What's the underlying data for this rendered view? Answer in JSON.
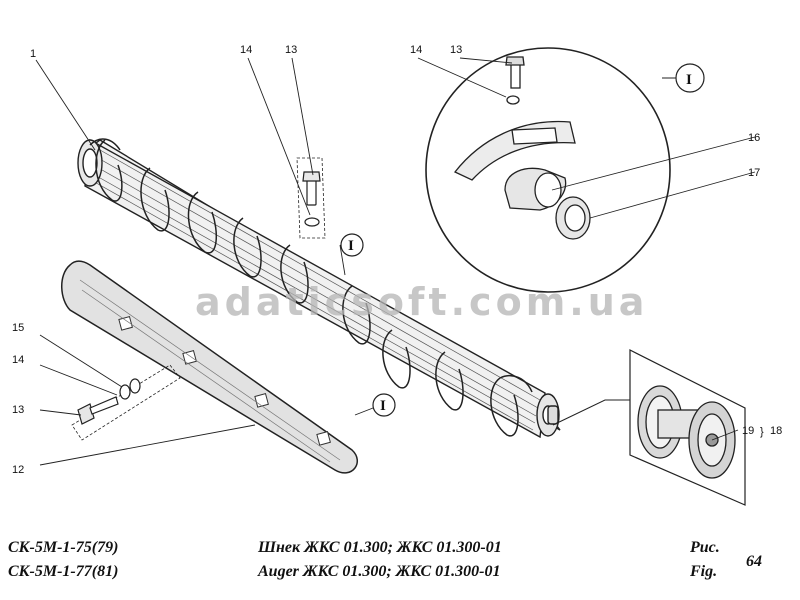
{
  "callouts": {
    "c1": "1",
    "c12": "12",
    "c13_bolt": "13",
    "c13_top": "13",
    "c13_detail": "13",
    "c14_left": "14",
    "c14_top": "14",
    "c14_detail": "14",
    "c15": "15",
    "c16": "16",
    "c17": "17",
    "c18": "18",
    "c19": "19"
  },
  "detail_marks": {
    "detail_circle": "I",
    "on_auger": "I",
    "on_cover": "I"
  },
  "watermark": "adaticsoft.com.ua",
  "footer": {
    "model_line_1": "СК-5М-1-75(79)",
    "model_line_2": "СК-5М-1-77(81)",
    "title_ru": "Шнек ЖКС 01.300; ЖКС 01.300-01",
    "title_en": "Auger ЖКС 01.300; ЖКС 01.300-01",
    "fig_ru": "Рис.",
    "fig_en": "Fig.",
    "fig_number": "64"
  }
}
